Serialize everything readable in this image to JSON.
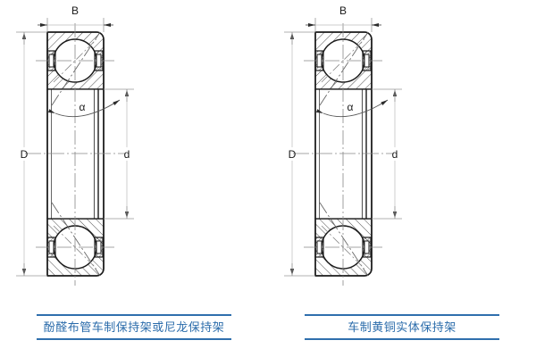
{
  "page": {
    "background": "#ffffff",
    "accent_color": "#2b6cab"
  },
  "panels": [
    {
      "id": "left",
      "caption": "酚醛布管车制保持架或尼龙保持架",
      "labels": {
        "width_dim": "B",
        "outer_dia_dim": "D",
        "bore_dia_dim": "d",
        "contact_angle": "α"
      }
    },
    {
      "id": "right",
      "caption": "车制黄铜实体保持架",
      "labels": {
        "width_dim": "B",
        "outer_dia_dim": "D",
        "bore_dia_dim": "d",
        "contact_angle": "α"
      }
    }
  ],
  "chart_data": {
    "type": "diagram",
    "title": "",
    "subject": "angular contact ball bearing cross-section",
    "views": 2,
    "dimension_symbols": [
      "B",
      "D",
      "d",
      "α"
    ]
  }
}
